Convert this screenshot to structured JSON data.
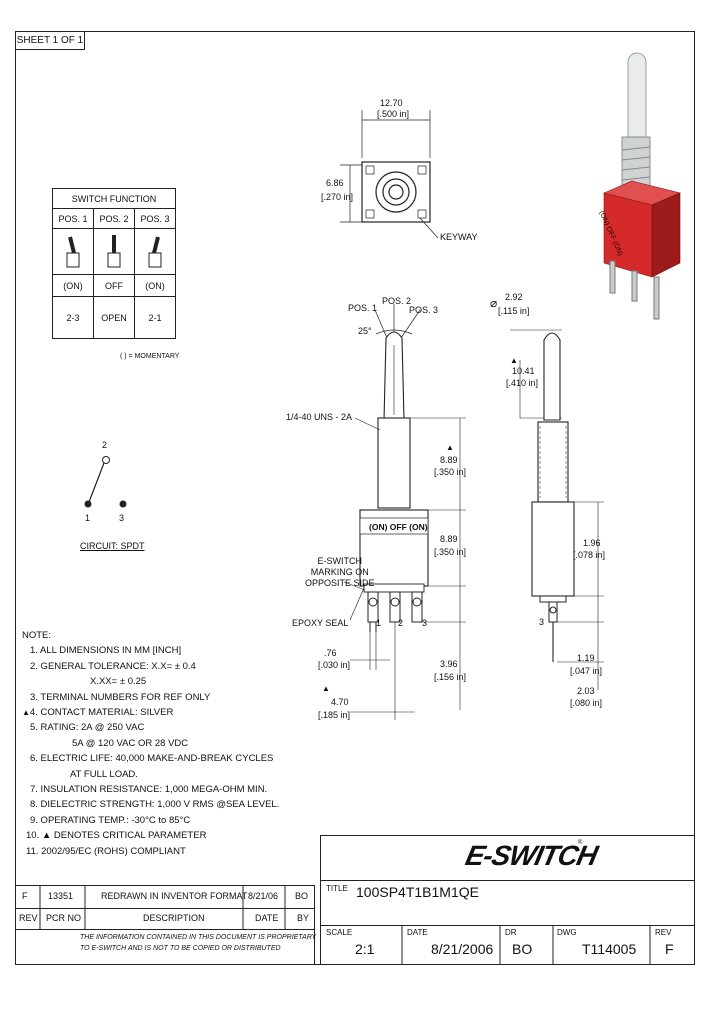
{
  "sheet": "SHEET 1 OF 1",
  "switch_function": {
    "title": "SWITCH FUNCTION",
    "headers": [
      "POS. 1",
      "POS. 2",
      "POS. 3"
    ],
    "states": [
      "(ON)",
      "OFF",
      "(ON)"
    ],
    "connections": [
      "2-3",
      "OPEN",
      "2-1"
    ],
    "footnote": "( ) = MOMENTARY"
  },
  "circuit": {
    "label": "CIRCUIT: SPDT",
    "terminals": [
      "1",
      "2",
      "3"
    ]
  },
  "top_view": {
    "width_mm": "12.70",
    "width_in": "[.500 in]",
    "height_mm": "6.86",
    "height_in": "[.270 in]",
    "keyway": "KEYWAY"
  },
  "front_view": {
    "pos1": "POS. 1",
    "pos2": "POS. 2",
    "pos3": "POS. 3",
    "angle": "25°",
    "thread": "1/4-40 UNS - 2A",
    "marking": "(ON) OFF (ON)",
    "eswitch_marking": [
      "E-SWITCH",
      "MARKING ON",
      "OPPOSITE SIDE"
    ],
    "epoxy": "EPOXY SEAL",
    "dim_bushing_mm": "8.89",
    "dim_bushing_in": "[.350 in]",
    "dim_body_mm": "8.89",
    "dim_body_in": "[.350 in]",
    "dim_term_mm": "3.96",
    "dim_term_in": "[.156 in]",
    "dim_tw_mm": ".76",
    "dim_tw_in": "[.030 in]",
    "dim_pitch_mm": "4.70",
    "dim_pitch_in": "[.185 in]",
    "terminals": [
      "1",
      "2",
      "3"
    ]
  },
  "side_view": {
    "dia_mm": "2.92",
    "dia_in": "[.115 in]",
    "lever_mm": "10.41",
    "lever_in": "[.410 in]",
    "dim_a_mm": "1.96",
    "dim_a_in": "[.078 in]",
    "dim_b_mm": "1.19",
    "dim_b_in": "[.047 in]",
    "dim_c_mm": "2.03",
    "dim_c_in": "[.080 in]",
    "term": "3"
  },
  "notes": {
    "title": "NOTE:",
    "lines": [
      "1. ALL DIMENSIONS IN MM [INCH]",
      "2. GENERAL TOLERANCE: X.X= ± 0.4",
      "X.XX= ± 0.25",
      "3. TERMINAL NUMBERS FOR REF ONLY",
      "4. CONTACT MATERIAL: SILVER",
      "5. RATING: 2A @ 250 VAC",
      "5A @ 120 VAC OR 28 VDC",
      "6. ELECTRIC LIFE: 40,000 MAKE-AND-BREAK CYCLES",
      "AT FULL LOAD.",
      "7. INSULATION RESISTANCE: 1,000 MEGA-OHM MIN.",
      "8. DIELECTRIC STRENGTH: 1,000 V RMS @SEA LEVEL.",
      "9. OPERATING TEMP.: -30°C to 85°C",
      "10. ▲ DENOTES CRITICAL PARAMETER",
      "11. 2002/95/EC (ROHS) COMPLIANT"
    ]
  },
  "revision": {
    "row": [
      "F",
      "13351",
      "REDRAWN IN INVENTOR FORMAT",
      "8/21/06",
      "BO"
    ],
    "headers": [
      "REV",
      "PCR NO",
      "DESCRIPTION",
      "DATE",
      "BY"
    ]
  },
  "confidential": [
    "THE INFORMATION CONTAINED IN THIS DOCUMENT IS PROPRIETARY",
    "TO E-SWITCH AND IS NOT TO BE COPIED OR DISTRIBUTED"
  ],
  "title_block": {
    "logo": "E-SWITCH",
    "logo_mark": "®",
    "title_label": "TITLE",
    "title": "100SP4T1B1M1QE",
    "scale_label": "SCALE",
    "scale": "2:1",
    "date_label": "DATE",
    "date": "8/21/2006",
    "dr_label": "DR",
    "dr": "BO",
    "dwg_label": "DWG",
    "dwg": "T114005",
    "rev_label": "REV",
    "rev": "F"
  },
  "colors": {
    "line": "#222222",
    "body_red": "#d42a2a",
    "dark_red": "#9e1b1b",
    "chrome": "#d9dcdc"
  }
}
